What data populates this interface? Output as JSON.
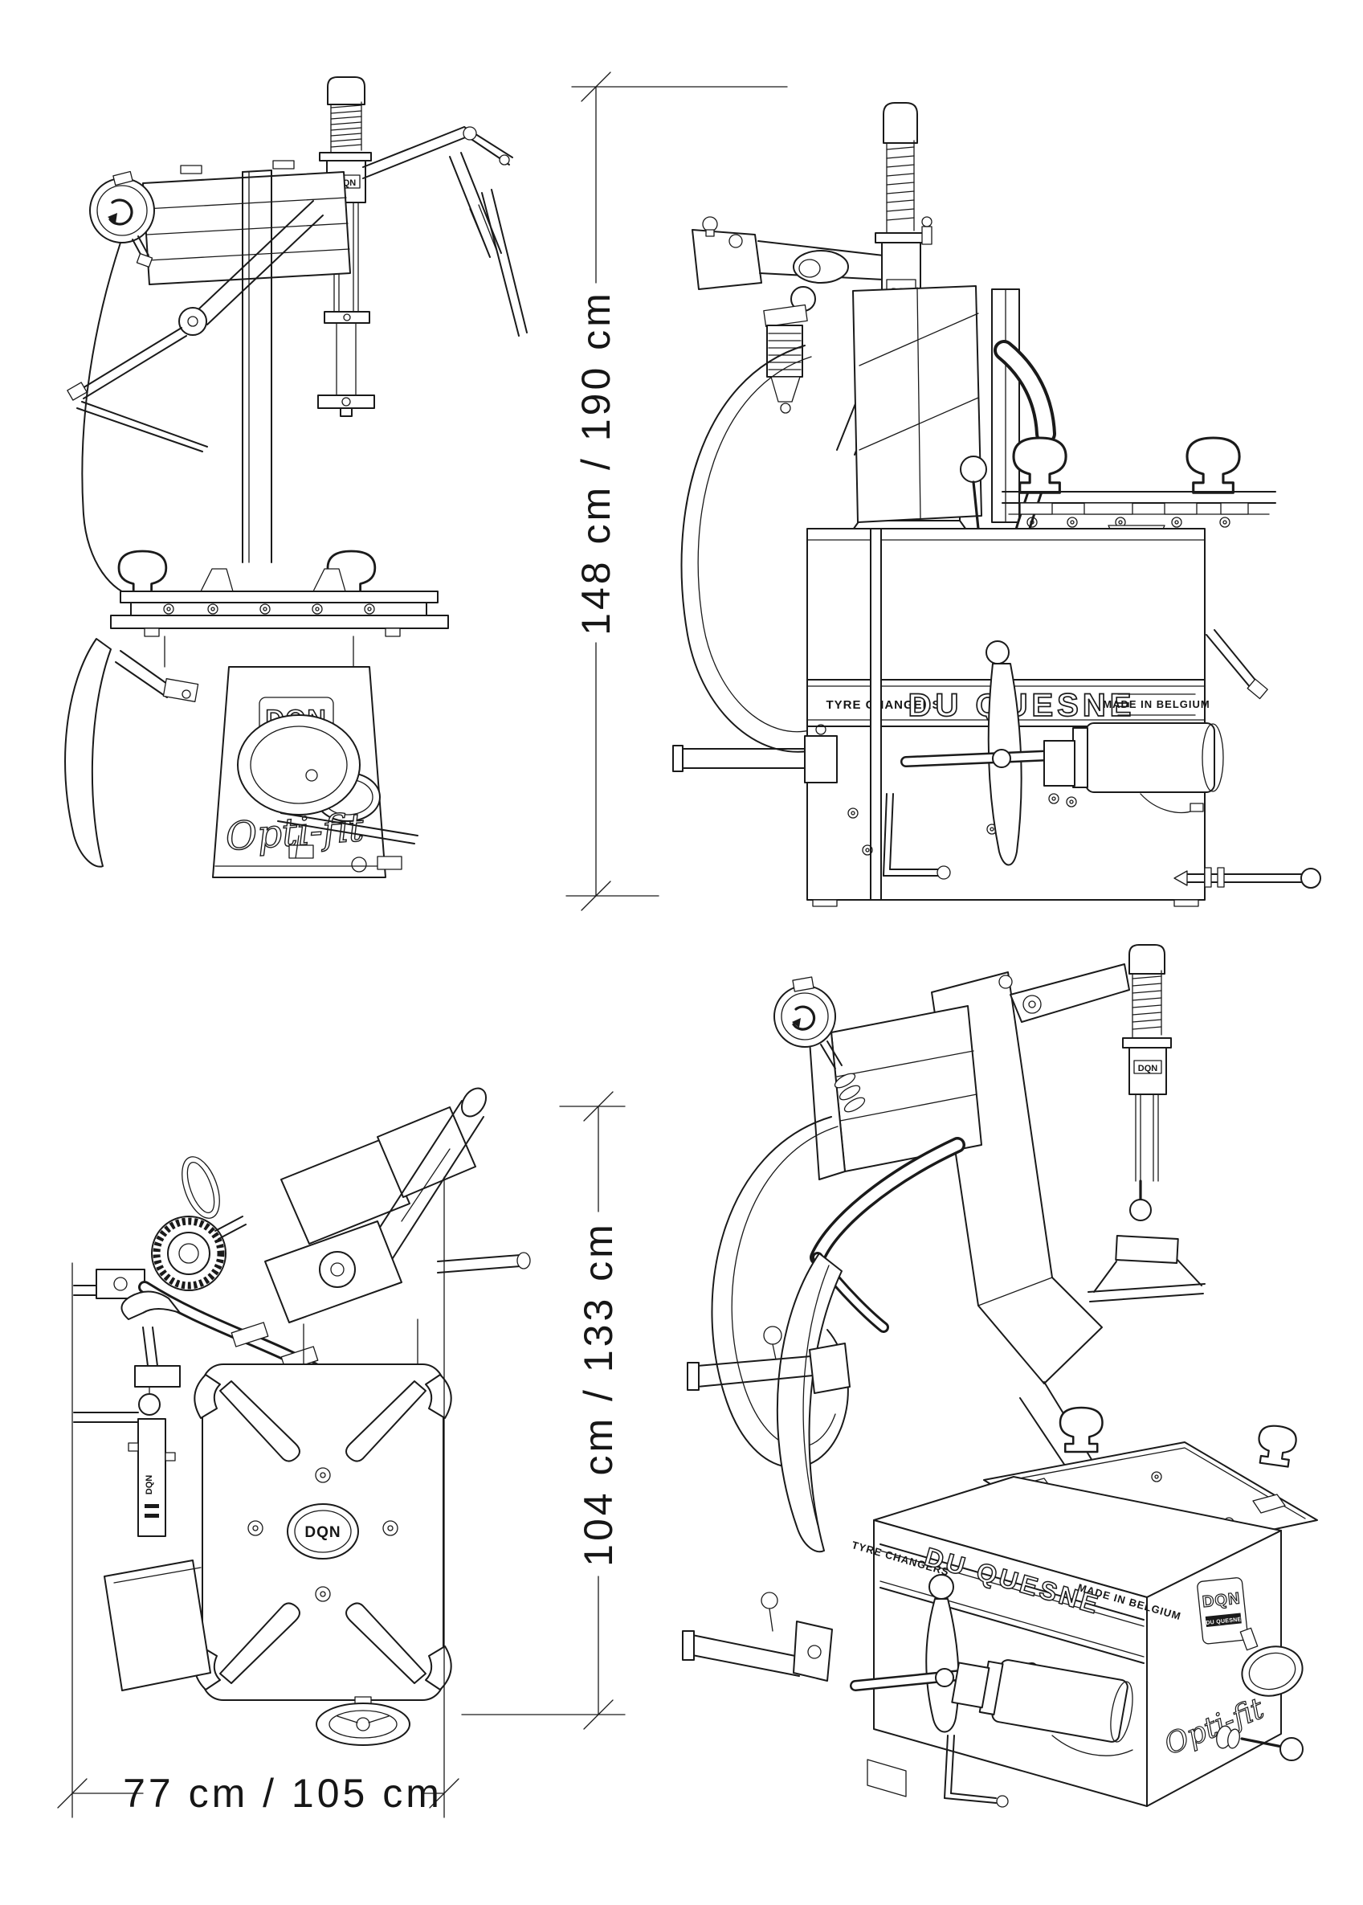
{
  "dimensions": {
    "height_label": "148 cm / 190 cm",
    "depth_label": "104 cm / 133 cm",
    "width_label": "77 cm / 105 cm"
  },
  "branding": {
    "logo_acronym": "DQN",
    "brand_name": "DU QUESNE",
    "model_name": "Opti-fit",
    "product_type": "TYRE CHANGERS",
    "origin": "MADE IN BELGIUM"
  },
  "colors": {
    "line": "#1a1a1a",
    "background": "#ffffff"
  }
}
